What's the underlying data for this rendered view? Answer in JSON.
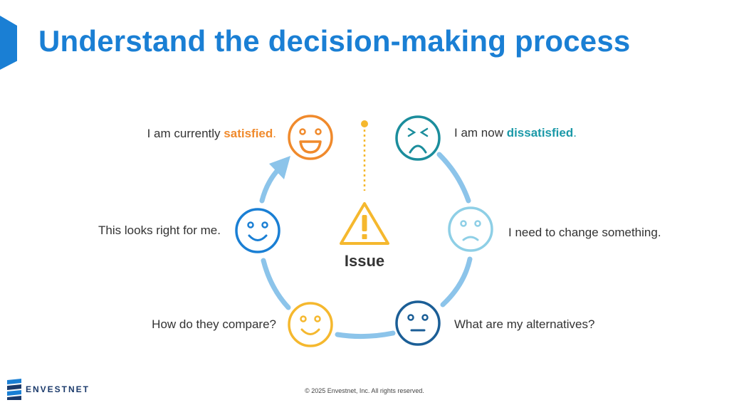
{
  "title": "Understand the decision-making process",
  "center": {
    "label": "Issue"
  },
  "steps": [
    {
      "pre": "I am currently ",
      "emph": "satisfied",
      "post": ".",
      "emph_color": "#f08a2c",
      "face_color": "#f08a2c",
      "face": "big-smile-icon"
    },
    {
      "pre": "I am now ",
      "emph": "dissatisfied",
      "post": ".",
      "emph_color": "#1b99a8",
      "face_color": "#1b8d9c",
      "face": "frown-squint-icon"
    },
    {
      "pre": "I need to change something.",
      "emph": "",
      "post": "",
      "face_color": "#8ecfe6",
      "face": "slight-frown-icon"
    },
    {
      "pre": "What are my alternatives?",
      "emph": "",
      "post": "",
      "face_color": "#1b5e96",
      "face": "neutral-face-icon"
    },
    {
      "pre": "How do they compare?",
      "emph": "",
      "post": "",
      "face_color": "#f5b82e",
      "face": "smile-icon"
    },
    {
      "pre": "This looks right for me.",
      "emph": "",
      "post": "",
      "face_color": "#1a7fd4",
      "face": "smile-icon"
    }
  ],
  "colors": {
    "ring": "#8cc4ea",
    "warning": "#f5b82e",
    "title": "#1a7fd4"
  },
  "footer": "© 2025 Envestnet, Inc. All rights reserved.",
  "logo": "ENVESTNET"
}
